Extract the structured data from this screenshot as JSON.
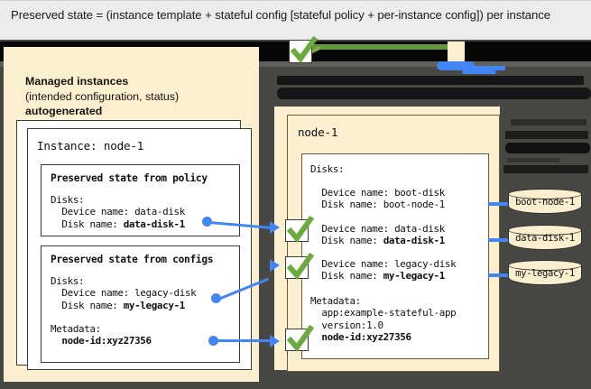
{
  "caption": {
    "text": "Preserved state = (instance template + stateful config [stateful policy + per-instance config]) per instance"
  },
  "colors": {
    "cream": "#FCEFCF",
    "dark_backdrop": "#474744",
    "accent_blue": "#4285F4",
    "check_green": "#6AAB3E",
    "marker_green": "#67953A",
    "redaction_black": "#161616",
    "header_bg": "#ECECEC"
  },
  "left_panel": {
    "title_line1": "Managed instances",
    "title_line2": "(intended configuration, status)",
    "title_line3": "autogenerated",
    "instance_card": {
      "title": "Instance: node-1",
      "policy_box": {
        "heading": "Preserved state from policy",
        "lines": [
          "Disks:",
          "  Device name: data-disk",
          "  Disk name: "
        ],
        "bold_value": "data-disk-1"
      },
      "configs_box": {
        "heading": "Preserved state from configs",
        "disks_label": "Disks:",
        "device_line": "  Device name: legacy-disk",
        "disk_name_prefix": "  Disk name: ",
        "disk_name_value": "my-legacy-1",
        "metadata_label": "Metadata:",
        "metadata_value": "  node-id:xyz27356"
      }
    }
  },
  "right_panel": {
    "node_title": "node-1",
    "disks_label": "Disks:",
    "entries": [
      {
        "device_line": "  Device name: boot-disk",
        "disk_prefix": "  Disk name: ",
        "disk_value": "boot-node-1",
        "disk_bold": false,
        "checked": false
      },
      {
        "device_line": "  Device name: data-disk",
        "disk_prefix": "  Disk name: ",
        "disk_value": "data-disk-1",
        "disk_bold": true,
        "checked": true
      },
      {
        "device_line": "  Device name: legacy-disk",
        "disk_prefix": "  Disk name: ",
        "disk_value": "my-legacy-1",
        "disk_bold": true,
        "checked": true
      }
    ],
    "metadata": {
      "label": "Metadata:",
      "line_app": "  app:example-stateful-app",
      "line_version": "  version:1.0",
      "line_nodeid": "  node-id:xyz27356",
      "checked": true
    }
  },
  "disks": [
    {
      "name": "boot-node-1"
    },
    {
      "name": "data-disk-1"
    },
    {
      "name": "my-legacy-1"
    }
  ],
  "icons": {
    "check": "check-mark-icon",
    "arrow": "arrow-right-icon",
    "disk": "disk-cylinder-icon"
  }
}
